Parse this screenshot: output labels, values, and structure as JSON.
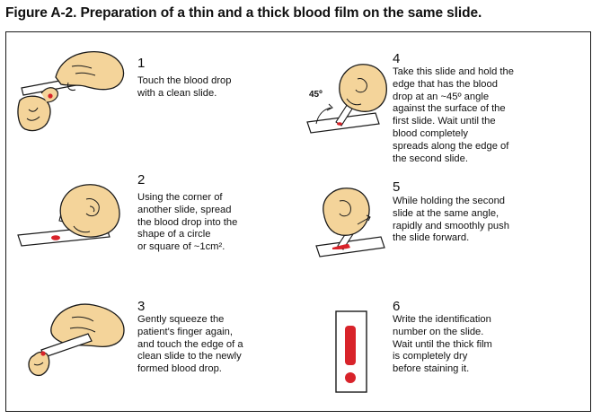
{
  "figure": {
    "title": "Figure A-2. Preparation of a thin and a thick blood film on the same slide."
  },
  "colors": {
    "skin": "#f4d49a",
    "blood": "#d8232a",
    "outline": "#1a1a1a",
    "slide": "#ffffff"
  },
  "steps": [
    {
      "number": "1",
      "text": "Touch the blood drop\nwith a clean slide."
    },
    {
      "number": "2",
      "text": "Using the corner of\nanother slide, spread\nthe blood drop into the\nshape of a circle\nor square of ~1cm²."
    },
    {
      "number": "3",
      "text": "Gently squeeze the\npatient's finger again,\nand touch the edge of a\nclean slide to the newly\nformed blood drop."
    },
    {
      "number": "4",
      "text": "Take this slide and hold the\nedge that has the blood\ndrop at an ~45º angle\nagainst the surface of the\nfirst slide. Wait until the\nblood completely\nspreads along the edge of\nthe second slide."
    },
    {
      "number": "5",
      "text": "While holding the second\nslide at the same angle,\nrapidly and smoothly push\nthe slide forward."
    },
    {
      "number": "6",
      "text": "Write the identification\nnumber on the slide.\nWait until the thick film\nis completely dry\nbefore staining it."
    }
  ],
  "illustrations": {
    "angle_label": "45º"
  }
}
